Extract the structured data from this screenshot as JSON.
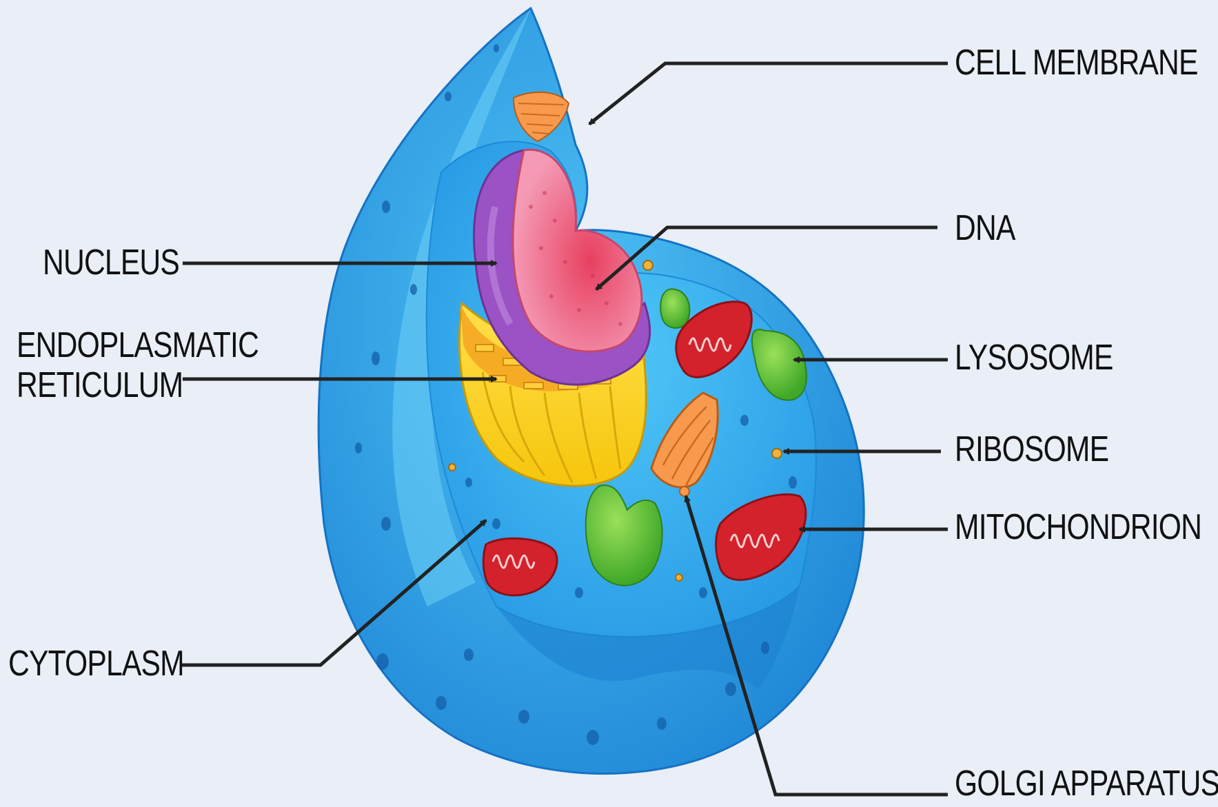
{
  "labels": {
    "cell_membrane": "CELL MEMBRANE",
    "dna": "DNA",
    "nucleus": "NUCLEUS",
    "er_line1": "ENDOPLASMATIC",
    "er_line2": "RETICULUM",
    "lysosome": "LYSOSOME",
    "ribosome": "RIBOSOME",
    "mitochondrion": "MITOCHONDRION",
    "cytoplasm": "CYTOPLASM",
    "golgi": "GOLGI APPARATUS"
  },
  "colors": {
    "background": "#e9eef7",
    "cell_outer": "#2f9de6",
    "cell_inner": "#3fb7f2",
    "nucleus_envelope": "#9a52c4",
    "dna": "#ef7a9c",
    "endoplasmic_reticulum": "#ffd21f",
    "mitochondrion": "#d3222c",
    "lysosome": "#6cc93a",
    "golgi": "#f79a4e",
    "leader_line": "#222222"
  }
}
